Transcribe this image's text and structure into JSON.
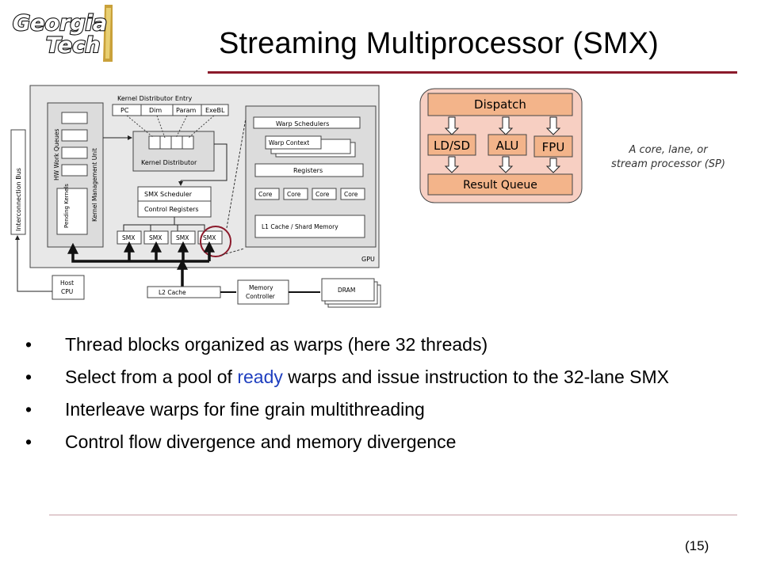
{
  "logo": {
    "line1": "Georgia",
    "line2": "Tech"
  },
  "title": "Streaming Multiprocessor (SMX)",
  "gpu_diagram": {
    "interconnection_bus": "Interconnection Bus",
    "hw_work_queues": "HW Work Queues",
    "kernel_management_unit": "Kernel Management Unit",
    "pending_kernels": "Pending Kernels",
    "kernel_distributor_entry": "Kernel Distributor Entry",
    "entry_fields": [
      "PC",
      "Dim",
      "Param",
      "ExeBL"
    ],
    "kernel_distributor": "Kernel Distributor",
    "smx_scheduler": "SMX Scheduler",
    "control_registers": "Control Registers",
    "smx_units": [
      "SMX",
      "SMX",
      "SMX",
      "SMX"
    ],
    "warp_schedulers": "Warp Schedulers",
    "warp_context": "Warp Context",
    "registers": "Registers",
    "cores": [
      "Core",
      "Core",
      "Core",
      "Core"
    ],
    "l1_cache": "L1 Cache / Shard Memory",
    "gpu": "GPU",
    "host_cpu": "Host CPU",
    "l2_cache": "L2 Cache",
    "memory_controller": "Memory Controller",
    "dram": "DRAM"
  },
  "core_diagram": {
    "dispatch": "Dispatch",
    "units": [
      "LD/SD",
      "ALU",
      "FPU"
    ],
    "result_queue": "Result Queue",
    "caption_line1": "A core, lane, or",
    "caption_line2": "stream processor (SP)"
  },
  "bullets": [
    {
      "pre": "Thread blocks organized as warps (here 32 threads)",
      "highlight": "",
      "post": ""
    },
    {
      "pre": "Select from a pool of ",
      "highlight": "ready",
      "post": " warps and issue instruction to the 32-lane SMX"
    },
    {
      "pre": "Interleave warps for fine grain multithreading",
      "highlight": "",
      "post": ""
    },
    {
      "pre": "Control flow divergence and memory divergence",
      "highlight": "",
      "post": ""
    }
  ],
  "page_number": "(15)",
  "colors": {
    "title_rule": "#8b1a2b",
    "core_box": "#f7cfc2",
    "core_unit": "#f3b48a",
    "highlight": "#1f3fbf",
    "logo_gold": "#c9a13a"
  }
}
